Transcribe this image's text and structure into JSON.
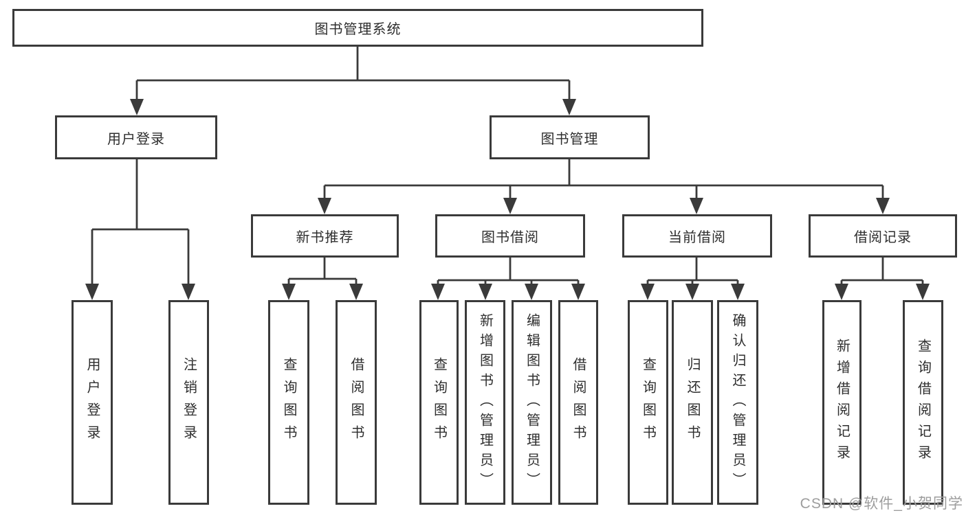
{
  "tree": {
    "root": {
      "label": "图书管理系统"
    },
    "branches": [
      {
        "label": "用户登录",
        "children": [
          {
            "label": "用户登录"
          },
          {
            "label": "注销登录"
          }
        ]
      },
      {
        "label": "图书管理",
        "children": [
          {
            "label": "新书推荐",
            "children": [
              {
                "label": "查询图书"
              },
              {
                "label": "借阅图书"
              }
            ]
          },
          {
            "label": "图书借阅",
            "children": [
              {
                "label": "查询图书"
              },
              {
                "label": "新增图书（管理员）"
              },
              {
                "label": "编辑图书（管理员）"
              },
              {
                "label": "借阅图书"
              }
            ]
          },
          {
            "label": "当前借阅",
            "children": [
              {
                "label": "查询图书"
              },
              {
                "label": "归还图书"
              },
              {
                "label": "确认归还（管理员）"
              }
            ]
          },
          {
            "label": "借阅记录",
            "children": [
              {
                "label": "新增借阅记录"
              },
              {
                "label": "查询借阅记录"
              }
            ]
          }
        ]
      }
    ]
  },
  "watermark": {
    "text": "CSDN @软件_小贺同学"
  },
  "colors": {
    "line": "#3a3a3a",
    "box_border": "#3a3a3a",
    "box_fill": "#ffffff",
    "text": "#2e2e2e",
    "watermark": "#9d9d9d"
  }
}
